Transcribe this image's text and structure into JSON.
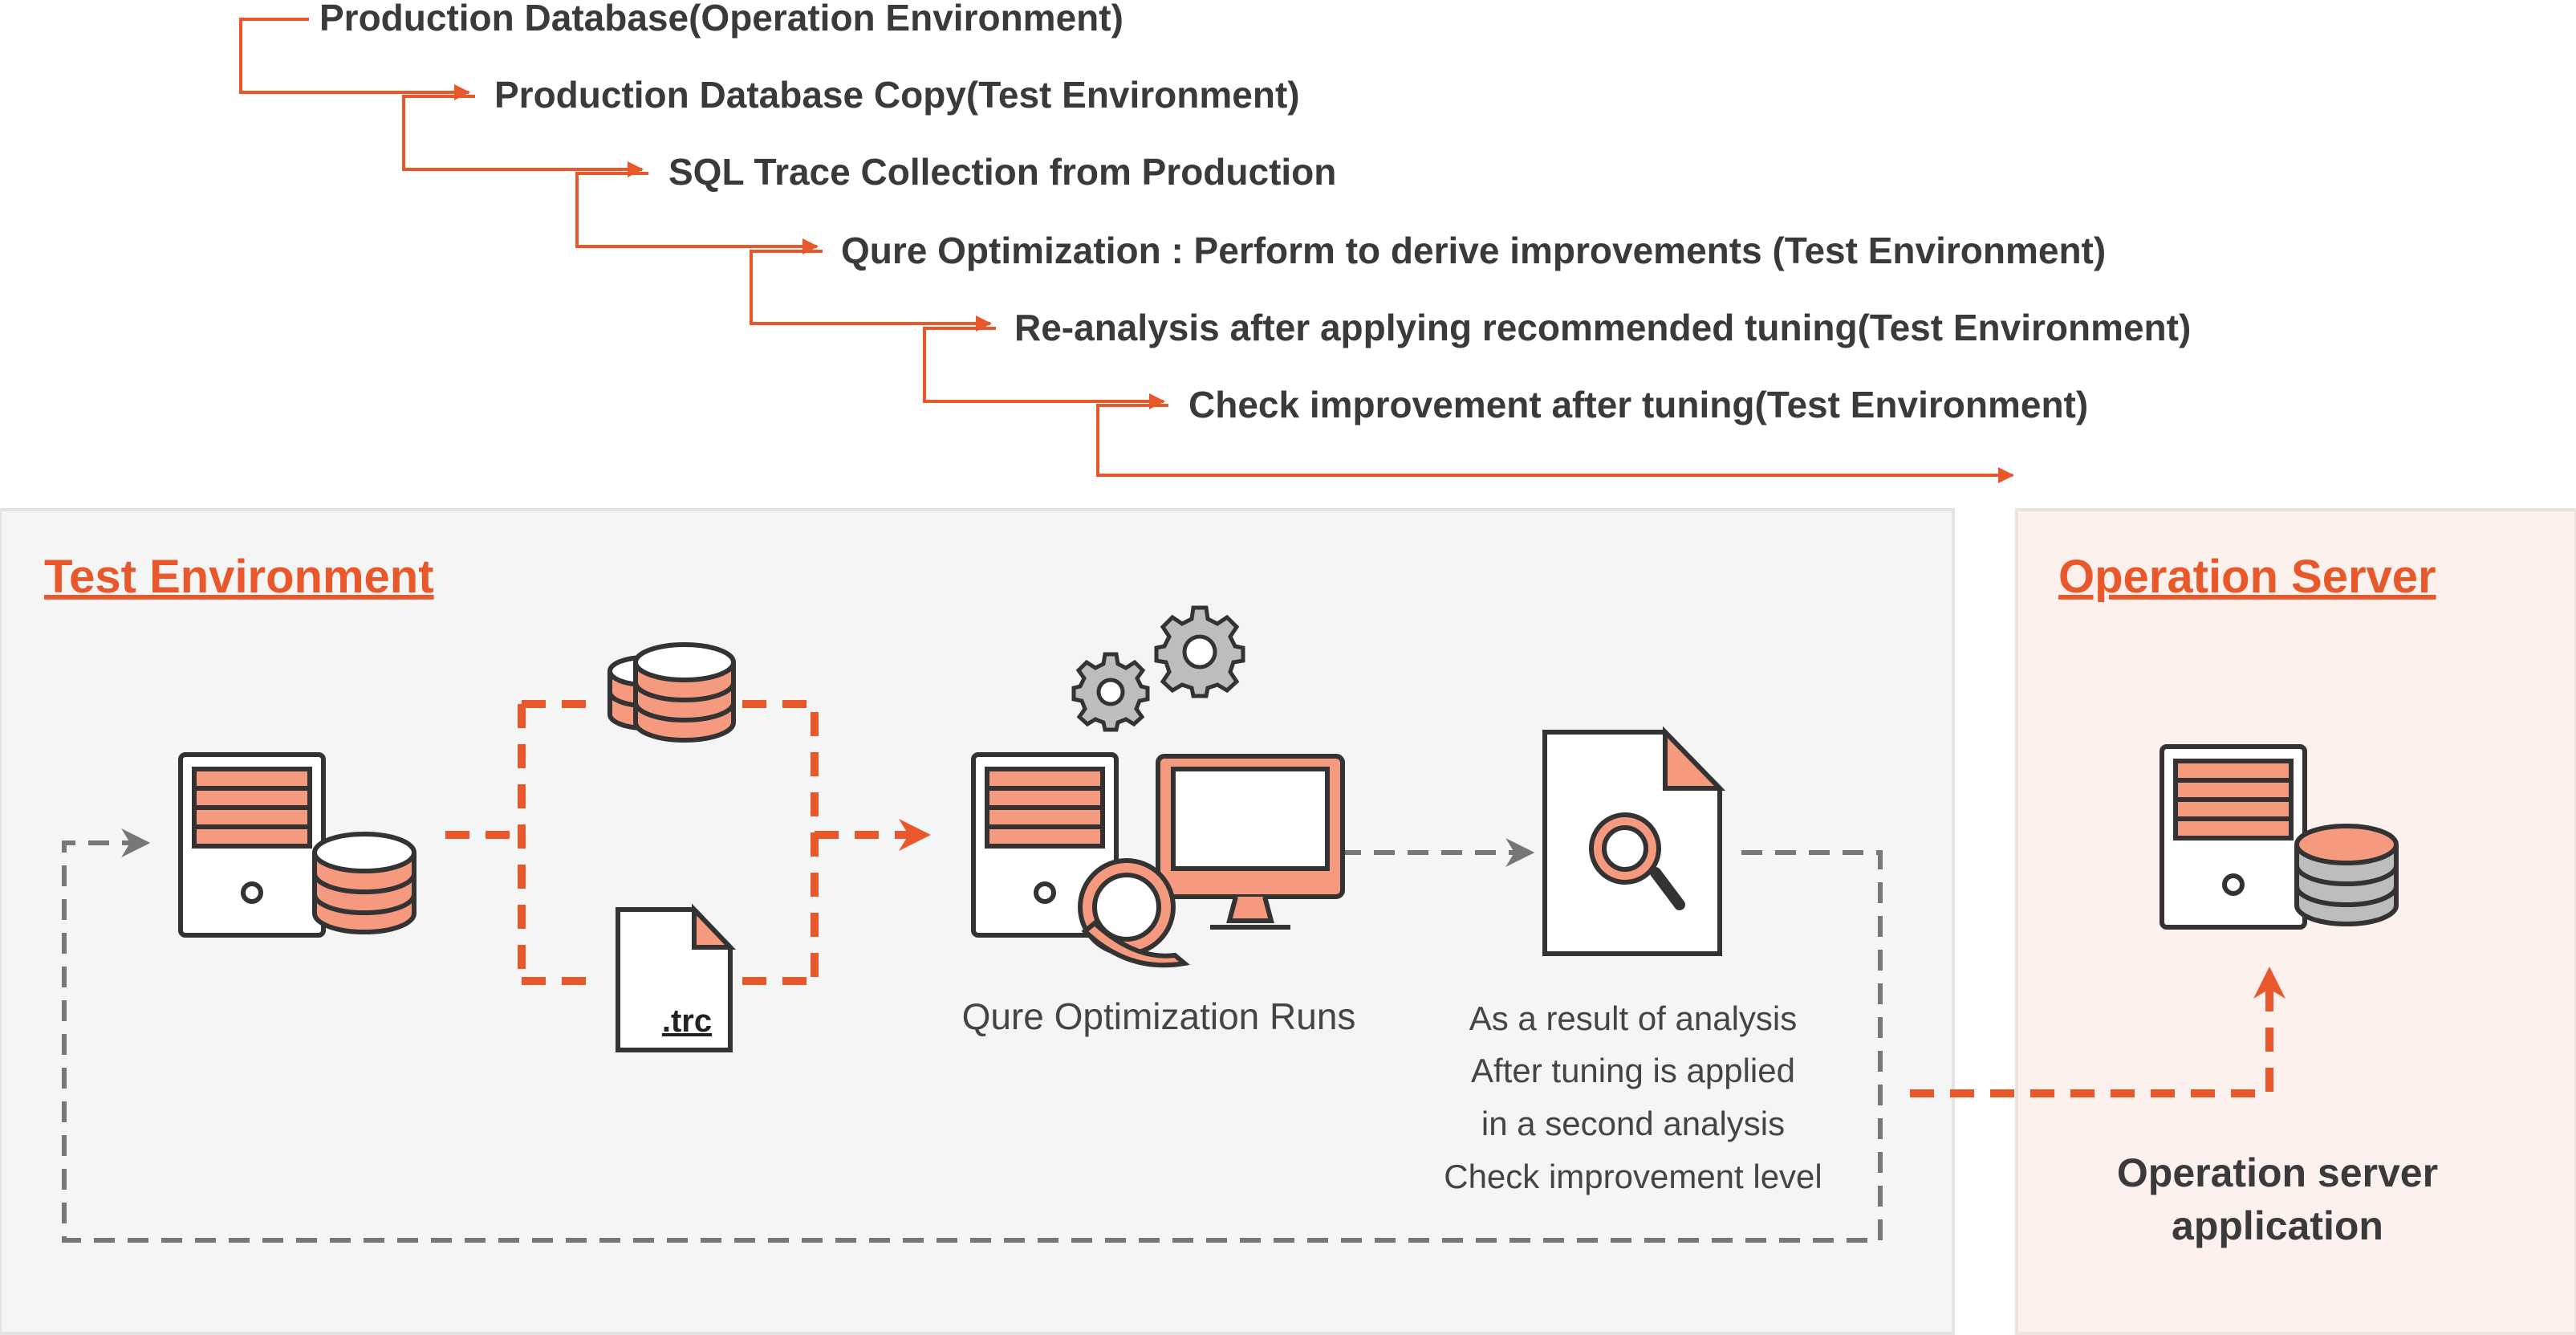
{
  "steps": [
    "Production Database(Operation Environment)",
    "Production Database Copy(Test Environment)",
    "SQL Trace Collection from Production",
    "Qure Optimization : Perform to derive improvements (Test Environment)",
    "Re-analysis after applying recommended tuning(Test Environment)",
    "Check improvement after tuning(Test Environment)"
  ],
  "test_env": {
    "title": "Test Environment",
    "trc_label": ".trc",
    "runs_label": "Qure Optimization Runs",
    "analysis_lines": [
      "As a result of analysis",
      "After tuning is applied",
      "in a second analysis",
      "Check improvement level"
    ]
  },
  "operation": {
    "title": "Operation Server",
    "app_lines": [
      "Operation server",
      "application"
    ]
  },
  "colors": {
    "accent": "#E8582A",
    "accent_fill": "#F59A7E",
    "dark": "#333333",
    "gray_arrow": "#777777",
    "test_bg": "#F5F5F5",
    "op_bg": "#FDF1EE"
  }
}
